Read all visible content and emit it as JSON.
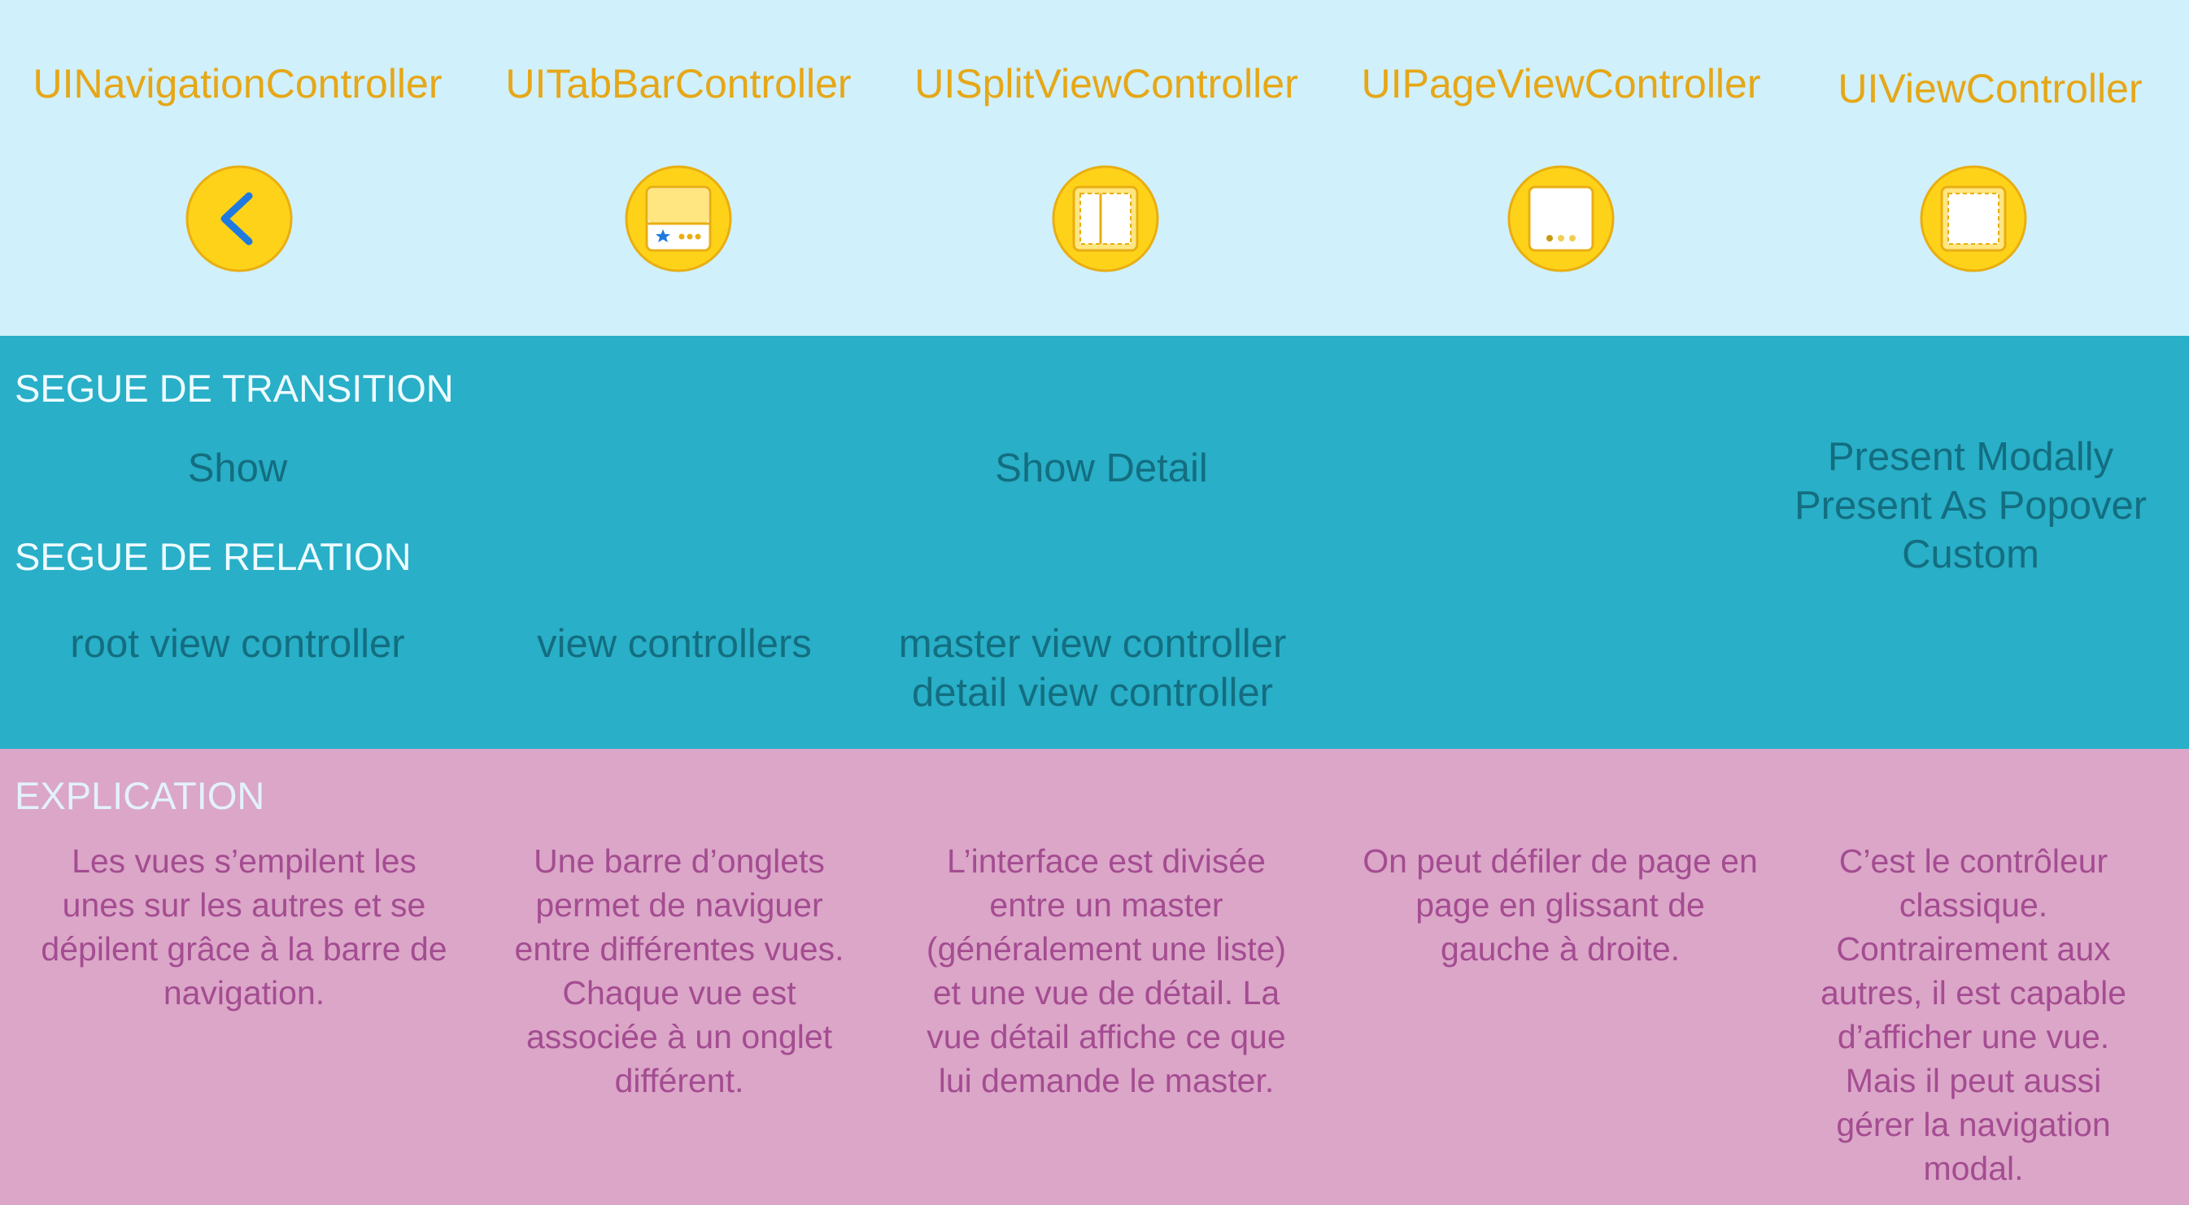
{
  "controllers": [
    {
      "title": "UINavigationController",
      "icon": "back-chevron-icon"
    },
    {
      "title": "UITabBarController",
      "icon": "tab-bar-icon"
    },
    {
      "title": "UISplitViewController",
      "icon": "split-view-icon"
    },
    {
      "title": "UIPageViewController",
      "icon": "page-view-icon"
    },
    {
      "title": "UIViewController",
      "icon": "view-controller-icon"
    }
  ],
  "sections": {
    "transition": "SEGUE DE TRANSITION",
    "relation": "SEGUE DE RELATION",
    "explanation": "EXPLICATION"
  },
  "transition_segues": {
    "navigation": "Show",
    "split": "Show Detail",
    "view": [
      "Present Modally",
      "Present As Popover",
      "Custom"
    ]
  },
  "relation_segues": {
    "navigation": "root view controller",
    "tab": "view controllers",
    "split": [
      "master view controller",
      "detail view controller"
    ]
  },
  "explanations": {
    "navigation": [
      "Les vues s’empilent les",
      "unes sur les autres et se",
      "dépilent grâce à la barre de",
      "navigation."
    ],
    "tab": [
      "Une barre d’onglets",
      "permet de naviguer",
      "entre différentes vues.",
      "Chaque vue est",
      "associée à un onglet",
      "différent."
    ],
    "split": [
      "L’interface est divisée",
      "entre un master",
      "(généralement une liste)",
      "et une vue de détail. La",
      "vue détail affiche ce que",
      "lui demande le master."
    ],
    "page": [
      "On peut défiler de page en",
      "page en glissant de",
      "gauche à droite."
    ],
    "view": [
      "C’est le contrôleur",
      "classique.",
      "Contrairement aux",
      "autres, il est capable",
      "d’afficher une vue.",
      "Mais il peut aussi",
      "gérer la navigation",
      "modal."
    ]
  },
  "colors": {
    "top_band": "#d0f0fb",
    "middle_band": "#29afc8",
    "bottom_band": "#dba6c8",
    "title_accent": "#e6a717",
    "icon_fill": "#ffd21a",
    "icon_blue": "#1f7ae0"
  }
}
